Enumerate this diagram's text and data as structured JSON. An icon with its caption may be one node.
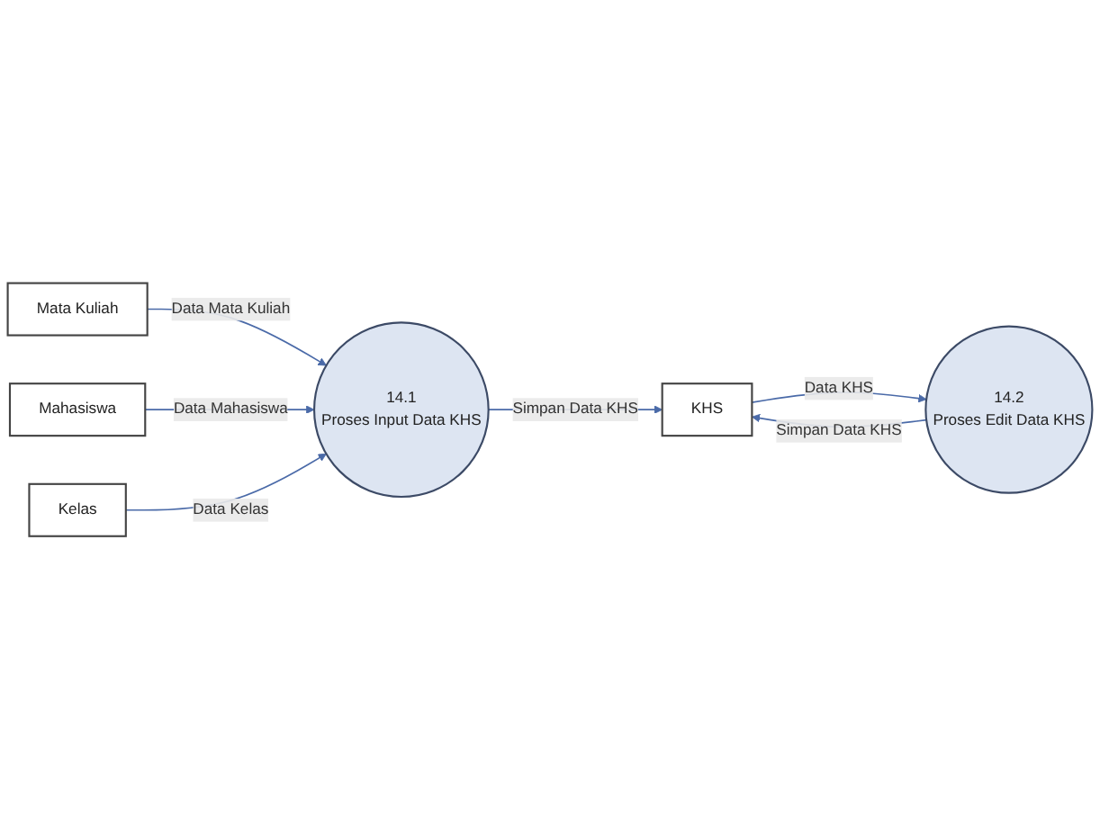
{
  "diagram": {
    "nodes": [
      {
        "text": [
          "Mata Kuliah"
        ]
      },
      {
        "text": [
          "14.1",
          "Proses Input Data KHS"
        ]
      },
      {
        "text": [
          "Mahasiswa"
        ]
      },
      {
        "text": [
          "Kelas"
        ]
      },
      {
        "text": [
          "KHS"
        ]
      },
      {
        "text": [
          "14.2",
          "Proses Edit Data KHS"
        ]
      }
    ],
    "edges": [
      {
        "from": 0,
        "to": 1,
        "label": "Data Mata Kuliah",
        "arrow": "to"
      },
      {
        "from": 2,
        "to": 1,
        "label": "Data Mahasiswa",
        "arrow": "to"
      },
      {
        "from": 3,
        "to": 1,
        "label": "Data Kelas",
        "arrow": "to"
      },
      {
        "from": 1,
        "to": 4,
        "label": "Simpan Data KHS",
        "arrow": "to"
      },
      {
        "from": 5,
        "to": 4,
        "label": "Simpan Data KHS",
        "arrow": "to"
      },
      {
        "from": 4,
        "to": 5,
        "label": "Data KHS",
        "arrow": "to"
      }
    ]
  }
}
